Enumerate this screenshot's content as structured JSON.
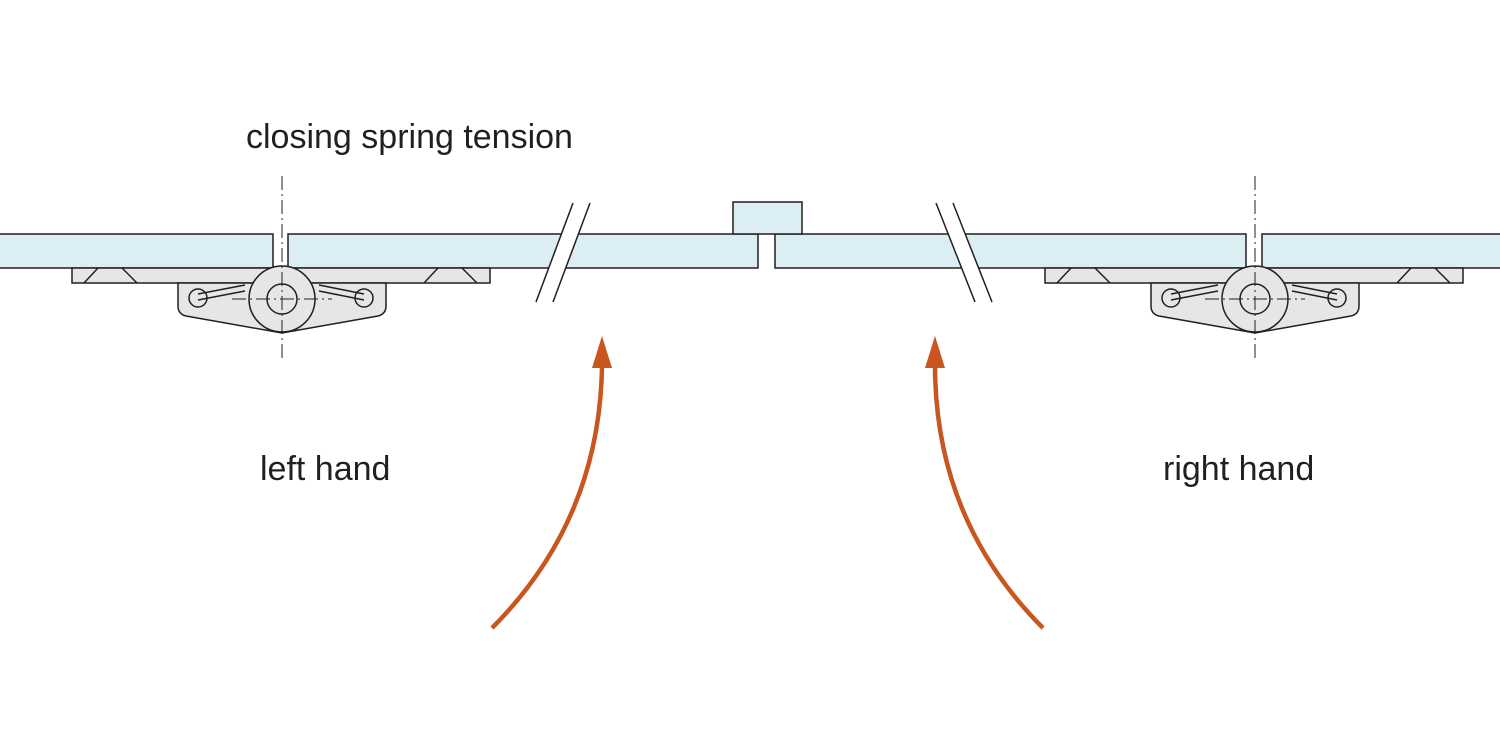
{
  "labels": {
    "top": "closing spring tension",
    "left": "left hand",
    "right": "right hand"
  },
  "colors": {
    "glass": "#daeef3",
    "hinge": "#e6e6e8",
    "outline": "#231f20",
    "arrow": "#c8561e"
  }
}
